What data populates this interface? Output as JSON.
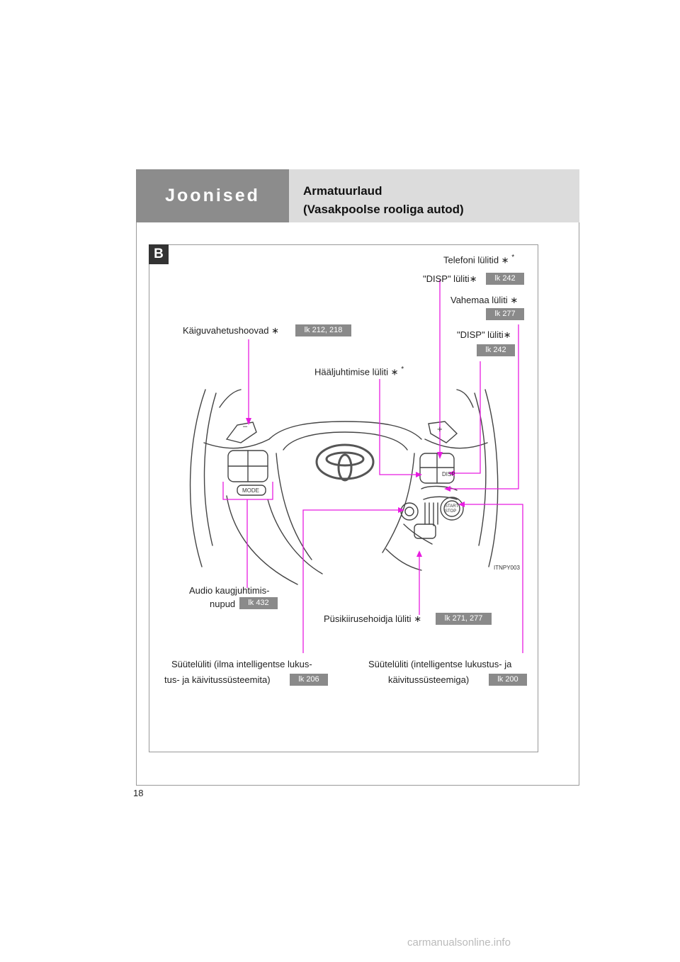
{
  "header": {
    "section": "Joonised",
    "title_line1": "Armatuurlaud",
    "title_line2": "(Vasakpoolse rooliga autod)"
  },
  "panel": {
    "badge": "B",
    "image_code": "ITNPY003"
  },
  "labels": {
    "telefon": "Telefoni lülitid",
    "disp1": "\"DISP\" lüliti",
    "disp1_ref": "lk 242",
    "vahemaa": "Vahemaa lüliti",
    "vahemaa_ref": "lk 277",
    "kaigu": "Käiguvahetushoovad",
    "kaigu_ref": "lk 212, 218",
    "disp2": "\"DISP\" lüliti",
    "disp2_ref": "lk 242",
    "haal": "Hääljuhtimise lüliti",
    "audio_line1": "Audio kaugjuhtimis-",
    "audio_line2": "nupud",
    "audio_ref": "lk 432",
    "pusi": "Püsikiirusehoidja lüliti",
    "pusi_ref": "lk 271, 277",
    "suute1_line1": "Süütelüliti (ilma intelligentse lukus-",
    "suute1_line2": "tus- ja käivitussüsteemita)",
    "suute1_ref": "lk 206",
    "suute2_line1": "Süütelüliti (intelligentse lukustus- ja",
    "suute2_line2": "käivitussüsteemiga)",
    "suute2_ref": "lk 200",
    "asterisk": "∗",
    "superstar": "*"
  },
  "wheel_text": {
    "mode": "MODE",
    "disp": "DISP",
    "start_stop": "START STOP",
    "minus": "–",
    "plus": "+"
  },
  "page_number": "18",
  "footer": "carmanualsonline.info",
  "colors": {
    "leader": "#e81ce0",
    "header_dark": "#8c8c8c",
    "header_light": "#dcdcdc",
    "ref_badge": "#8a8a8a"
  }
}
